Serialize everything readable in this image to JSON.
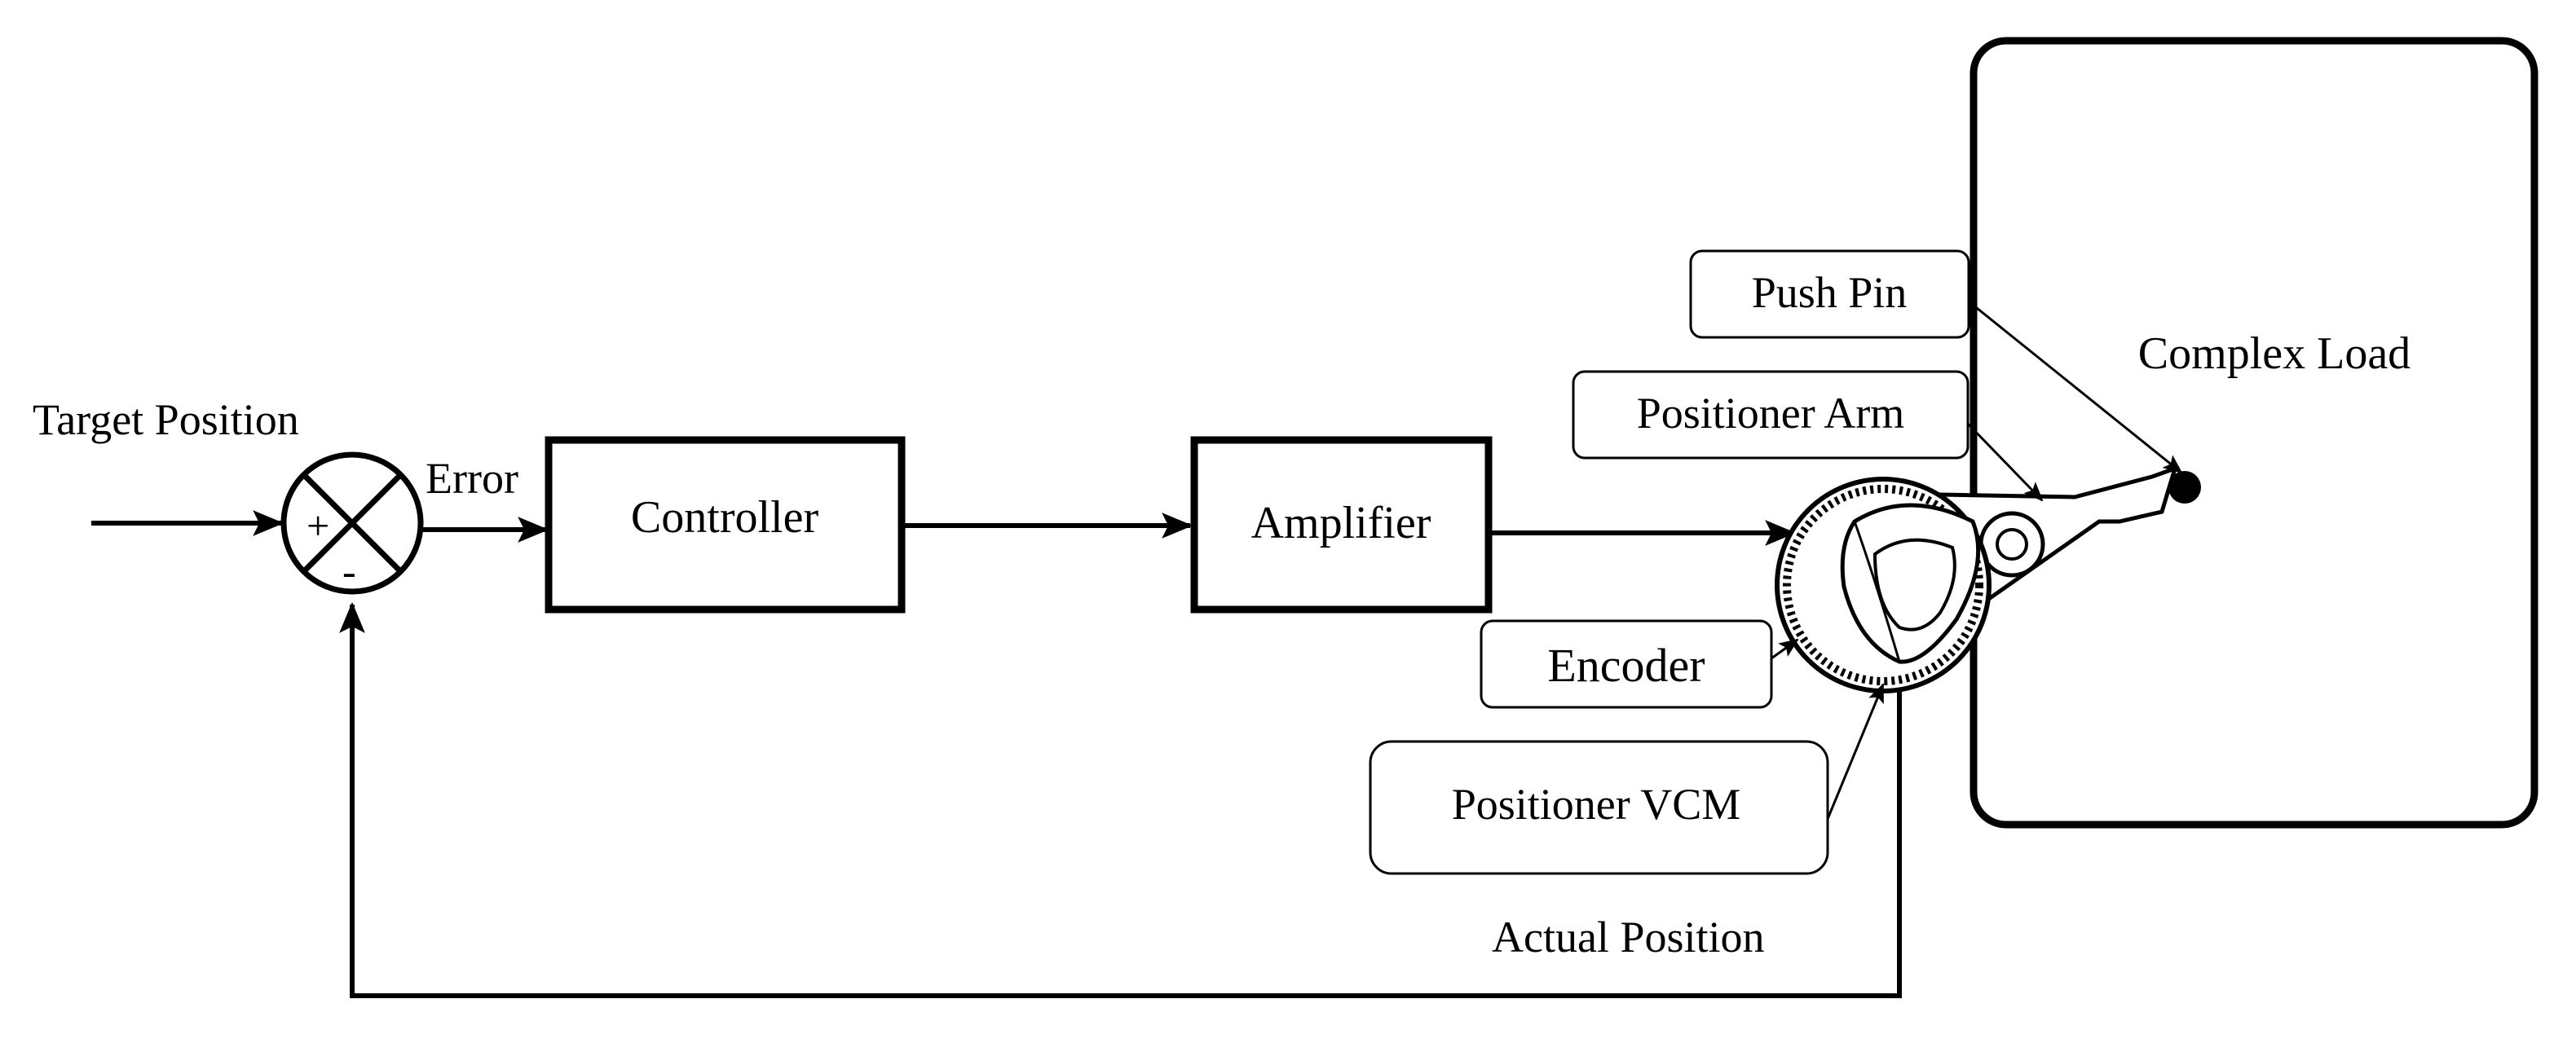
{
  "labels": {
    "target_position": "Target Position",
    "error": "Error",
    "plus_sign": "+",
    "minus_sign": "-",
    "actual_position": "Actual Position"
  },
  "blocks": {
    "controller": "Controller",
    "amplifier": "Amplifier",
    "complex_load": "Complex Load"
  },
  "callouts": {
    "push_pin": "Push Pin",
    "positioner_arm": "Positioner Arm",
    "encoder": "Encoder",
    "positioner_vcm": "Positioner VCM"
  },
  "colors": {
    "line": "#000000",
    "background": "#ffffff"
  }
}
